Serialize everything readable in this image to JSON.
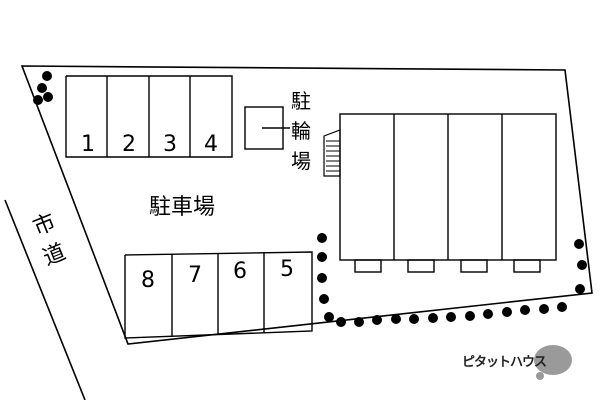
{
  "parking": {
    "label": "駐車場",
    "top_spaces": [
      "1",
      "2",
      "3",
      "4"
    ],
    "bottom_spaces": [
      "8",
      "7",
      "6",
      "5"
    ]
  },
  "bicycle_parking": {
    "label_chars": [
      "駐",
      "輪",
      "場"
    ]
  },
  "road": {
    "label_chars": [
      "市",
      "道"
    ]
  },
  "brand": {
    "text": "ピタットハウス",
    "logo_color": "#9a9a9a"
  },
  "colors": {
    "line": "#000000",
    "background": "#ffffff"
  }
}
